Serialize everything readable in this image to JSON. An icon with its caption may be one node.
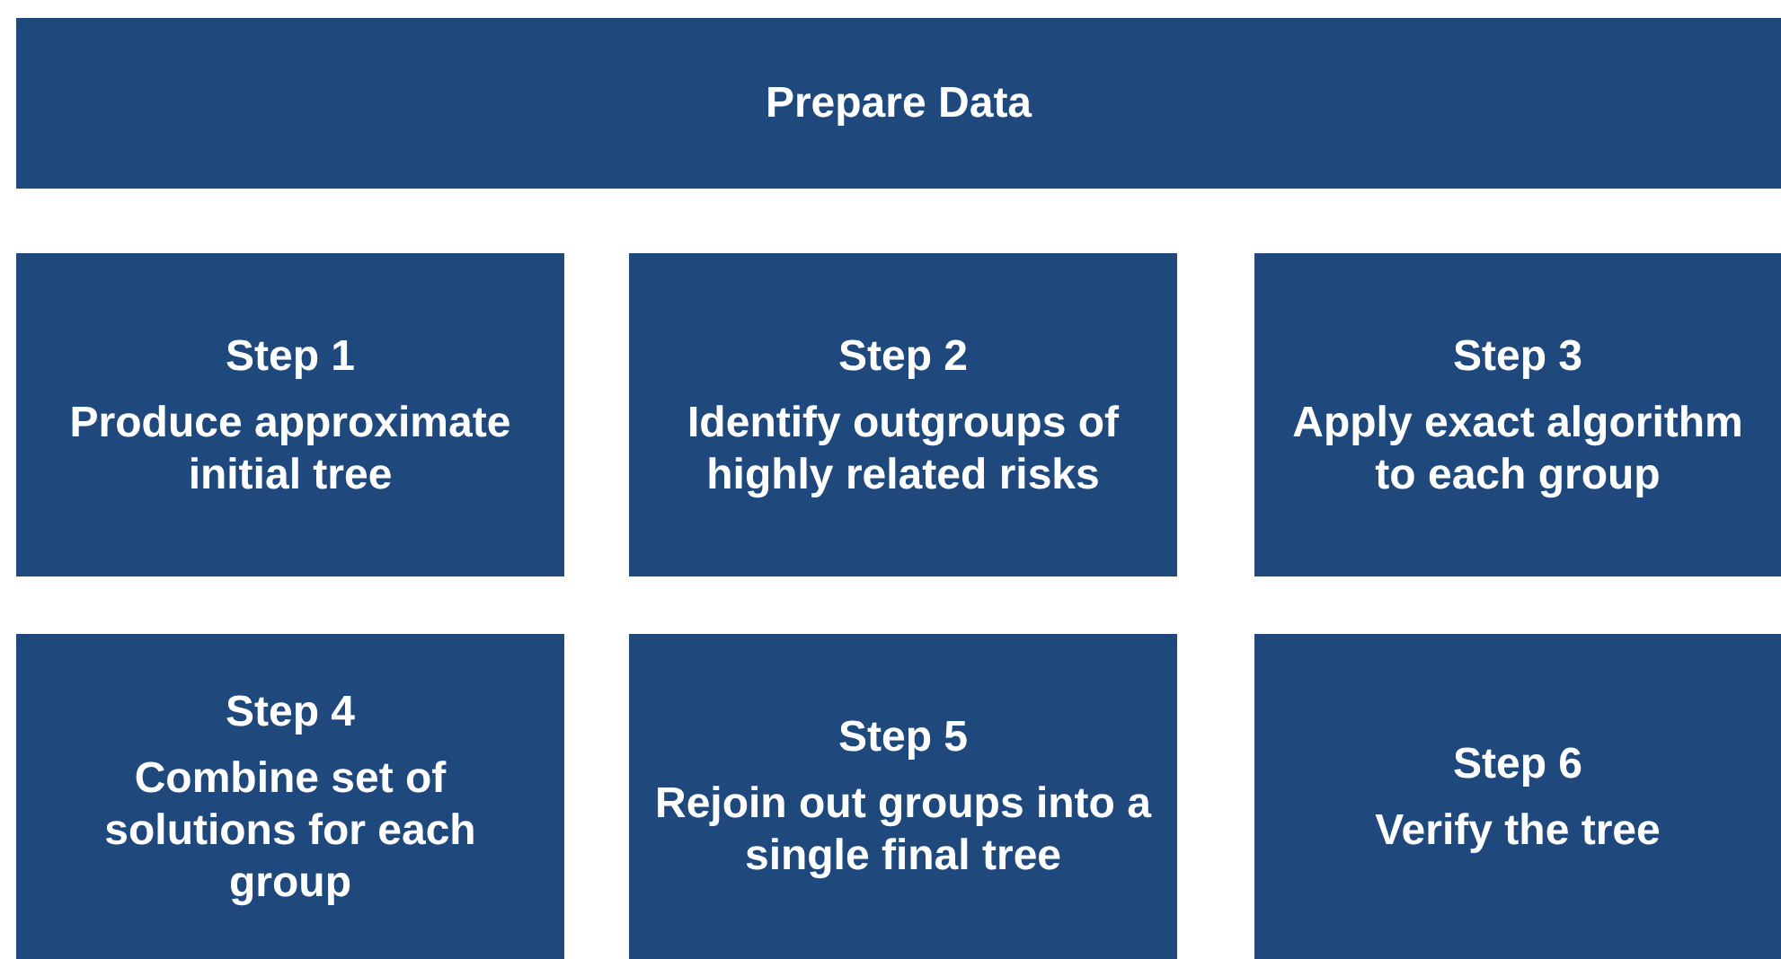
{
  "diagram": {
    "nodes": [
      {
        "text": [
          "Prepare Data"
        ]
      },
      {
        "text": [
          "Step 1",
          "Produce approximate initial tree"
        ]
      },
      {
        "text": [
          "Step 2",
          "Identify outgroups of highly related risks"
        ]
      },
      {
        "text": [
          "Step 3",
          "Apply exact algorithm to each group"
        ]
      },
      {
        "text": [
          "Step 4",
          "Combine set of solutions for each group"
        ]
      },
      {
        "text": [
          "Step 5",
          "Rejoin out groups into a single final tree"
        ]
      },
      {
        "text": [
          "Step 6",
          "Verify the tree"
        ]
      }
    ]
  }
}
